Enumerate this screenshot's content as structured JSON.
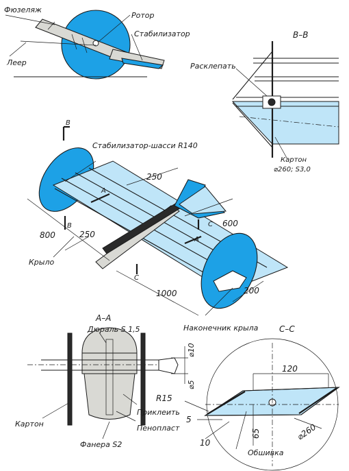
{
  "labels": {
    "fuselage": "Фюзеляж",
    "rotor": "Ротор",
    "stabilizer": "Стабилизатор",
    "leer": "Леер",
    "section_bb": "В–В",
    "rivet": "Расклепать",
    "cardboard_spec_1": "Картон",
    "cardboard_spec_2": "⌀260; S3,0",
    "view_b": "В",
    "stabilizer_chassis": "Стабилизатор-шасси R140",
    "wing": "Крыло",
    "wing_tip": "Наконечник крыла",
    "section_aa": "А–А",
    "duralumin": "Дюраль S 1,5",
    "glue": "Приклеить",
    "foam": "Пенопласт",
    "plywood": "Фанера S2",
    "cardboard": "Картон",
    "section_cc": "С–С",
    "sheathing": "Обшивка",
    "mark_a1": "А",
    "mark_a2": "А",
    "mark_c1": "С",
    "mark_c2": "С",
    "mark_b2": "В"
  },
  "dimensions": {
    "d250_top": "250",
    "d600": "600",
    "d800": "800",
    "d250_left": "250",
    "d1000": "1000",
    "d200": "200",
    "phi10": "⌀10",
    "phi5": "⌀5",
    "r15": "R15",
    "d120": "120",
    "d5": "5",
    "d10": "10",
    "d65": "65",
    "phi260": "⌀260"
  },
  "colors": {
    "accent_blue": "#1da1e6",
    "light_blue": "#bfe5f8",
    "ink": "#1a1a1a"
  }
}
